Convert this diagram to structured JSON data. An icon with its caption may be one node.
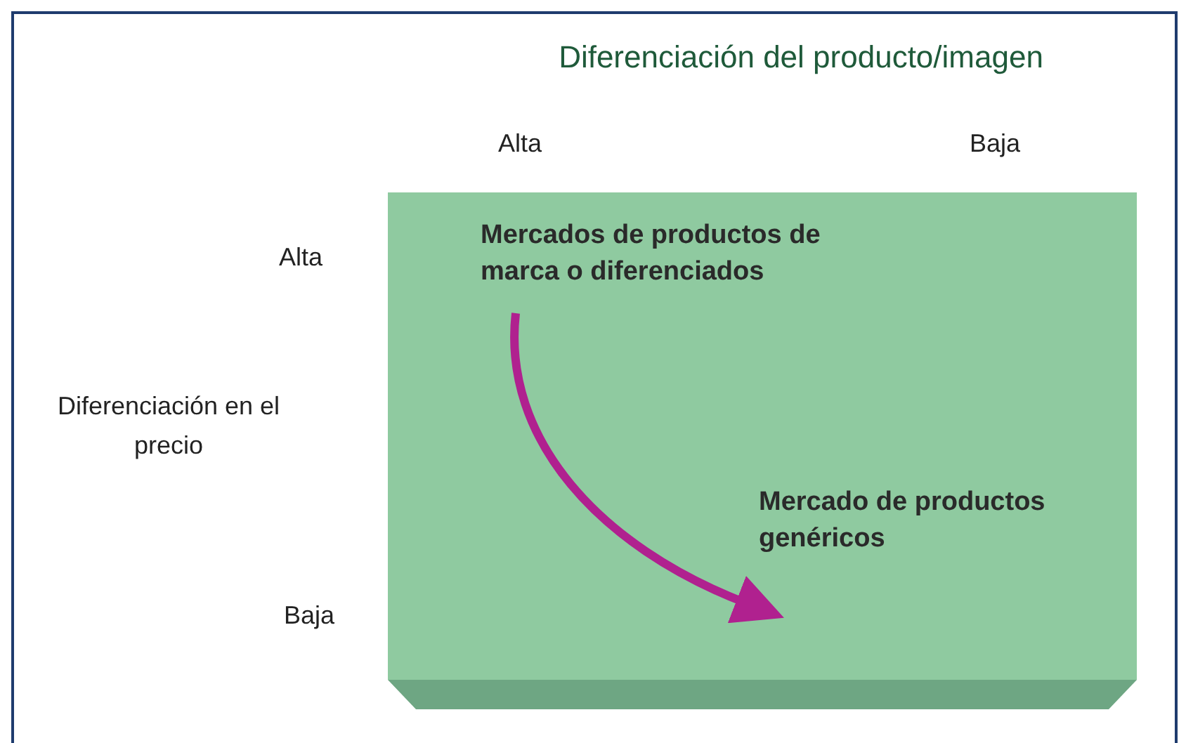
{
  "diagram": {
    "title": "Diferenciación del producto/imagen",
    "nodes": [
      {
        "text": [],
        "shape": "box"
      },
      {
        "text": [
          "Mercados de productos de marca o diferenciados"
        ],
        "in": 0
      },
      {
        "text": [
          "Mercado de productos genéricos"
        ],
        "in": 0
      }
    ],
    "edges": [
      {
        "from": 1,
        "to": 2,
        "arrow": "to",
        "color": "#b0218f"
      }
    ],
    "labels": [
      "Alta",
      "Baja",
      "Alta",
      "Diferenciación en el precio",
      "Baja"
    ]
  }
}
